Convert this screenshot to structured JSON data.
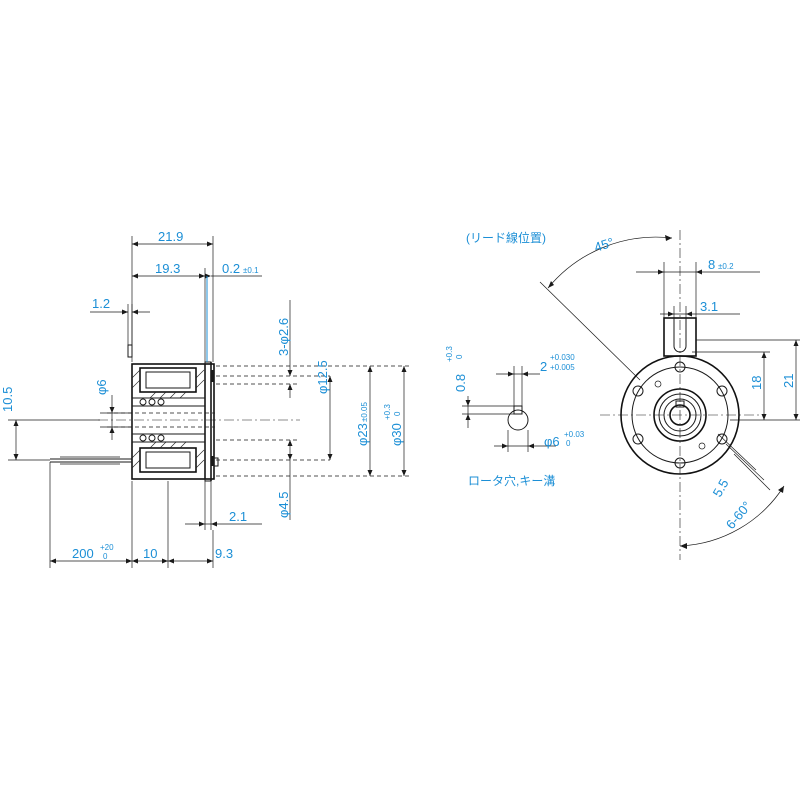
{
  "side_view": {
    "dims": {
      "overall_len": "21.9",
      "body_len": "19.3",
      "gap": "0.2",
      "gap_tol": "±0.1",
      "flange_thk": "1.2",
      "shaft_dia": "φ6",
      "shaft_offset": "10.5",
      "hole_pattern": "3-φ2.6",
      "boss_dia": "φ12.5",
      "body_dia": "φ23",
      "body_dia_tol": "±0.05",
      "outer_dia": "φ30",
      "outer_tol_up": "+0.3",
      "outer_tol_lo": "0",
      "lead_dia": "φ4.5",
      "rear_thk": "2.1",
      "lead_len": "200",
      "lead_tol_up": "+20",
      "lead_tol_lo": "0",
      "rear_len": "10",
      "front_len": "9.3"
    }
  },
  "front_view": {
    "note_lead": "(リード線位置)",
    "note_rotor": "ロータ穴,キー溝",
    "dims": {
      "lead_angle": "45°",
      "tab_width": "8",
      "tab_width_tol": "±0.2",
      "slot_width": "3.1",
      "key_depth": "0.8",
      "key_depth_tol_up": "+0.3",
      "key_depth_tol_lo": "0",
      "key_width": "2",
      "key_width_tol_up": "+0.030",
      "key_width_tol_lo": "+0.005",
      "bore_dia": "φ6",
      "bore_tol_up": "+0.03",
      "bore_tol_lo": "0",
      "height_18": "18",
      "height_21": "21",
      "mount_hole": "5.5",
      "hole_angle": "6-60°"
    }
  }
}
